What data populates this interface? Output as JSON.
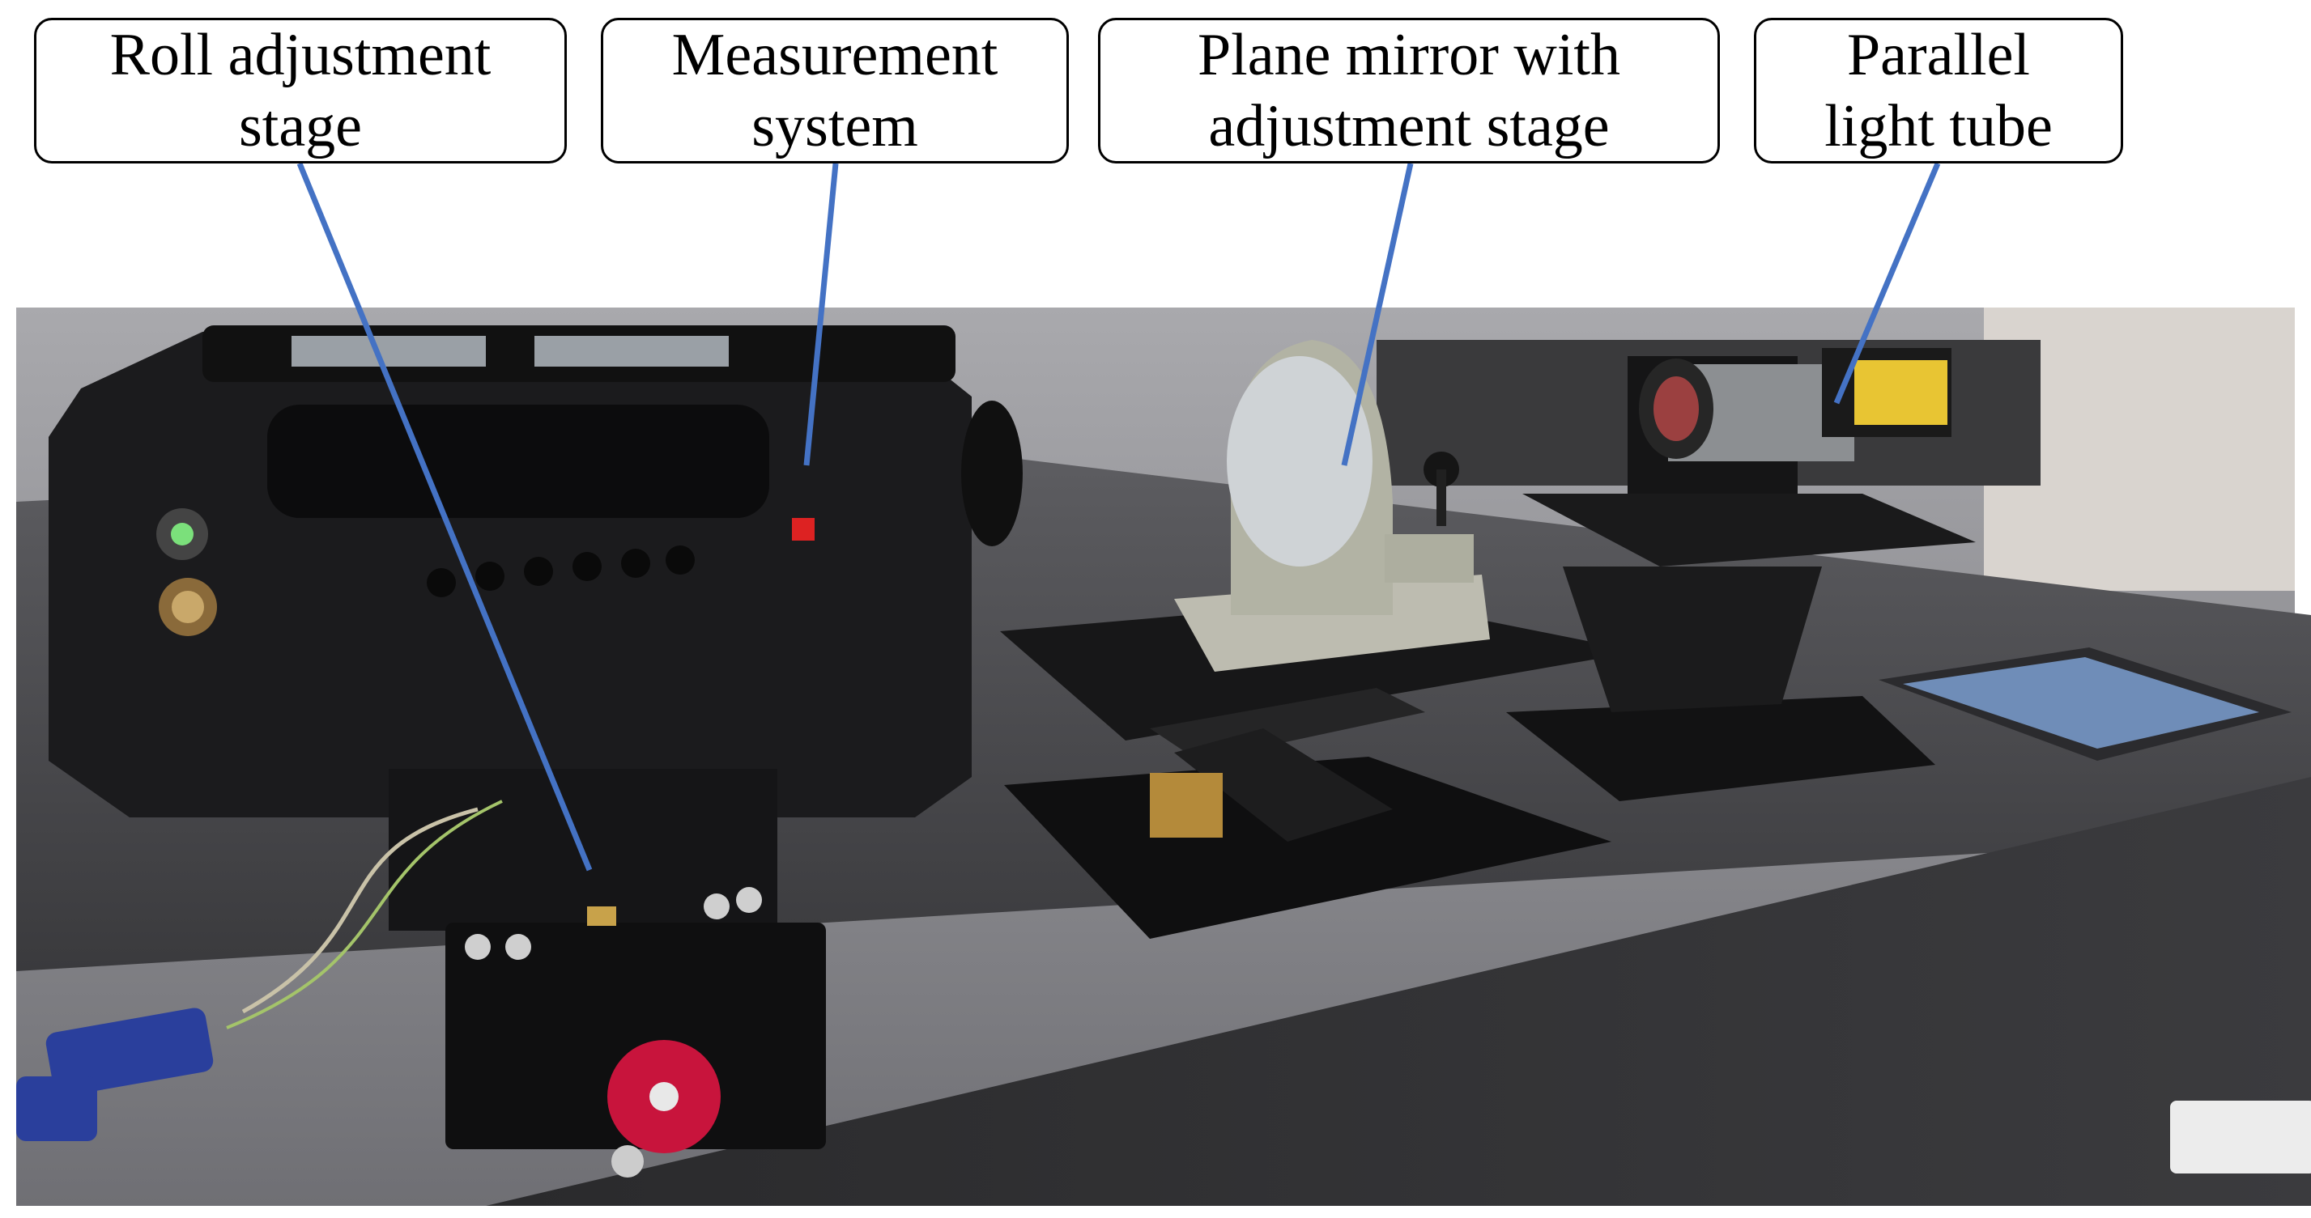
{
  "callouts": [
    {
      "id": "roll",
      "lines": [
        "Roll adjustment",
        "stage"
      ]
    },
    {
      "id": "measure",
      "lines": [
        "Measurement",
        "system"
      ]
    },
    {
      "id": "mirror",
      "lines": [
        "Plane mirror with",
        "adjustment stage"
      ]
    },
    {
      "id": "tube",
      "lines": [
        "Parallel",
        "light tube"
      ]
    }
  ],
  "colors": {
    "leader_line": "#4472c4",
    "box_border": "#000000",
    "background": "#ffffff"
  }
}
